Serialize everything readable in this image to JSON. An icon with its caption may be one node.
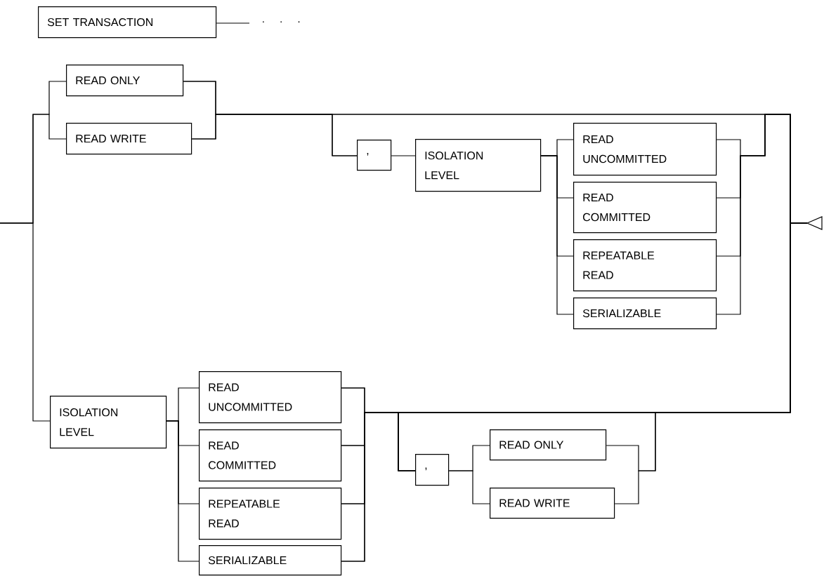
{
  "diagram": {
    "nodes": [
      {
        "text": [
          "SET TRANSACTION"
        ]
      },
      {
        "text": [
          "· · ·"
        ]
      },
      {
        "text": [
          "READ ONLY"
        ]
      },
      {
        "text": [
          "READ WRITE"
        ]
      },
      {
        "text": [
          ","
        ]
      },
      {
        "text": [
          "ISOLATION LEVEL"
        ]
      },
      {
        "text": [
          "READ UNCOMMITTED"
        ]
      },
      {
        "text": [
          "READ COMMITTED"
        ]
      },
      {
        "text": [
          "REPEATABLE READ"
        ]
      },
      {
        "text": [
          "SERIALIZABLE"
        ]
      },
      {
        "text": [
          "ISOLATION LEVEL"
        ]
      },
      {
        "text": [
          "READ UNCOMMITTED"
        ]
      },
      {
        "text": [
          "READ COMMITTED"
        ]
      },
      {
        "text": [
          "REPEATABLE READ"
        ]
      },
      {
        "text": [
          "SERIALIZABLE"
        ]
      },
      {
        "text": [
          ","
        ]
      },
      {
        "text": [
          "READ ONLY"
        ]
      },
      {
        "text": [
          "READ WRITE"
        ]
      },
      {
        "text": [],
        "shape": "triangle"
      }
    ],
    "edges": [
      {
        "from": 0,
        "to": 1,
        "arrow": "none"
      },
      {
        "from": null,
        "to": 2,
        "arrow": "none"
      },
      {
        "from": null,
        "to": 3,
        "arrow": "none"
      },
      {
        "from": null,
        "to": 10,
        "arrow": "none"
      },
      {
        "from": 2,
        "to": 4,
        "arrow": "none"
      },
      {
        "from": 3,
        "to": 4,
        "arrow": "none"
      },
      {
        "from": 2,
        "to": 18,
        "arrow": "none"
      },
      {
        "from": 3,
        "to": 18,
        "arrow": "none"
      },
      {
        "from": 4,
        "to": 5,
        "arrow": "none"
      },
      {
        "from": 5,
        "to": 6,
        "arrow": "none"
      },
      {
        "from": 5,
        "to": 7,
        "arrow": "none"
      },
      {
        "from": 5,
        "to": 8,
        "arrow": "none"
      },
      {
        "from": 5,
        "to": 9,
        "arrow": "none"
      },
      {
        "from": 6,
        "to": 18,
        "arrow": "none"
      },
      {
        "from": 7,
        "to": 18,
        "arrow": "none"
      },
      {
        "from": 8,
        "to": 18,
        "arrow": "none"
      },
      {
        "from": 9,
        "to": 18,
        "arrow": "none"
      },
      {
        "from": 10,
        "to": 11,
        "arrow": "none"
      },
      {
        "from": 10,
        "to": 12,
        "arrow": "none"
      },
      {
        "from": 10,
        "to": 13,
        "arrow": "none"
      },
      {
        "from": 10,
        "to": 14,
        "arrow": "none"
      },
      {
        "from": 11,
        "to": 15,
        "arrow": "none"
      },
      {
        "from": 12,
        "to": 15,
        "arrow": "none"
      },
      {
        "from": 13,
        "to": 15,
        "arrow": "none"
      },
      {
        "from": 14,
        "to": 15,
        "arrow": "none"
      },
      {
        "from": 11,
        "to": 18,
        "arrow": "none"
      },
      {
        "from": 12,
        "to": 18,
        "arrow": "none"
      },
      {
        "from": 13,
        "to": 18,
        "arrow": "none"
      },
      {
        "from": 14,
        "to": 18,
        "arrow": "none"
      },
      {
        "from": 15,
        "to": 16,
        "arrow": "none"
      },
      {
        "from": 15,
        "to": 17,
        "arrow": "none"
      },
      {
        "from": 16,
        "to": 18,
        "arrow": "none"
      },
      {
        "from": 17,
        "to": 18,
        "arrow": "none"
      }
    ]
  }
}
